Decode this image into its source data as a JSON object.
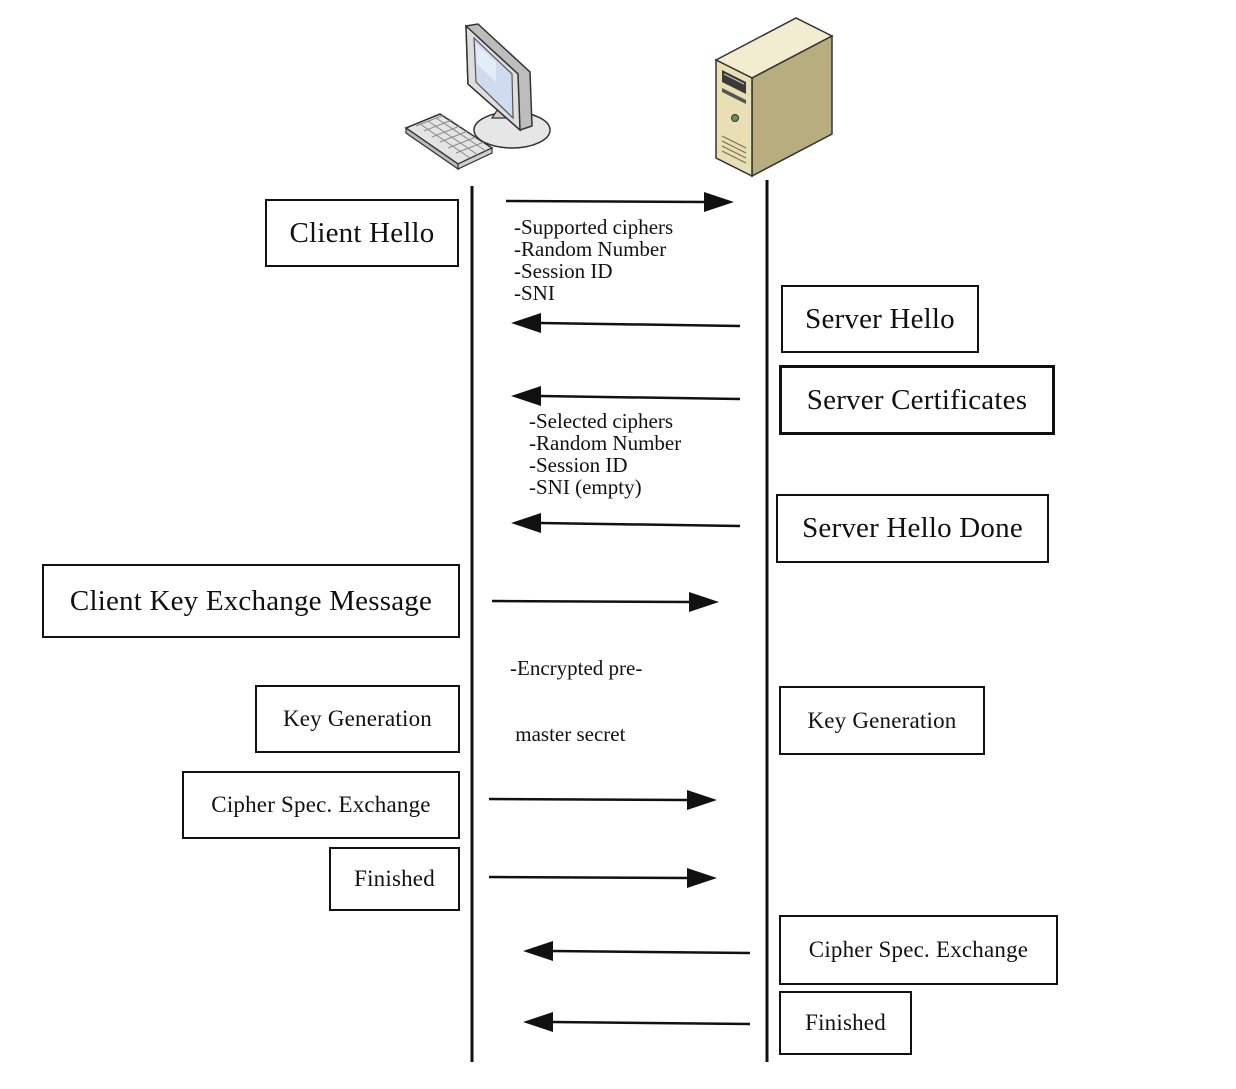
{
  "colors": {
    "stroke": "#111111",
    "screen": "#cfdcef",
    "case_beige": "#e8dfb4",
    "case_shadow": "#b8ad7e",
    "monitor_gray": "#d6d6d6"
  },
  "icons": {
    "client": "desktop-computer-icon",
    "server": "tower-server-icon"
  },
  "boxes": {
    "client_hello": "Client Hello",
    "server_hello": "Server Hello",
    "server_certificates": "Server Certificates",
    "server_hello_done": "Server Hello Done",
    "client_key_exchange": "Client Key Exchange Message",
    "client_key_generation": "Key Generation",
    "server_key_generation": "Key Generation",
    "client_cipher_spec": "Cipher Spec. Exchange",
    "client_finished": "Finished",
    "server_cipher_spec": "Cipher Spec. Exchange",
    "server_finished": "Finished"
  },
  "notes": {
    "client_hello": [
      "-Supported ciphers",
      "-Random Number",
      "-Session ID",
      "-SNI"
    ],
    "server_hello": [
      "-Selected ciphers",
      "-Random Number",
      "-Session ID",
      "-SNI (empty)"
    ],
    "key_exchange": [
      "-Encrypted pre-",
      " master secret"
    ]
  }
}
